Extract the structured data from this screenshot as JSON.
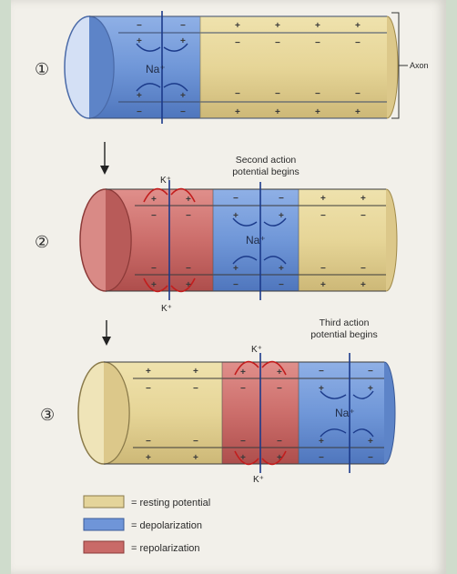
{
  "steps": [
    "①",
    "②",
    "③"
  ],
  "axon_label": "Axon",
  "second_ap": [
    "Second action",
    "potential begins"
  ],
  "third_ap": [
    "Third action",
    "potential begins"
  ],
  "ions": {
    "na": "Na⁺",
    "k": "K⁺"
  },
  "charges": {
    "plus": "+",
    "minus": "−"
  },
  "legend": [
    {
      "label": "= resting potential",
      "color": "#e4d49a"
    },
    {
      "label": "= depolarization",
      "color": "#6f95d8"
    },
    {
      "label": "= repolarization",
      "color": "#c96a68"
    }
  ],
  "colors": {
    "resting": "#e4d49a",
    "depolarization": "#6f95d8",
    "repolarization": "#c96a68"
  }
}
